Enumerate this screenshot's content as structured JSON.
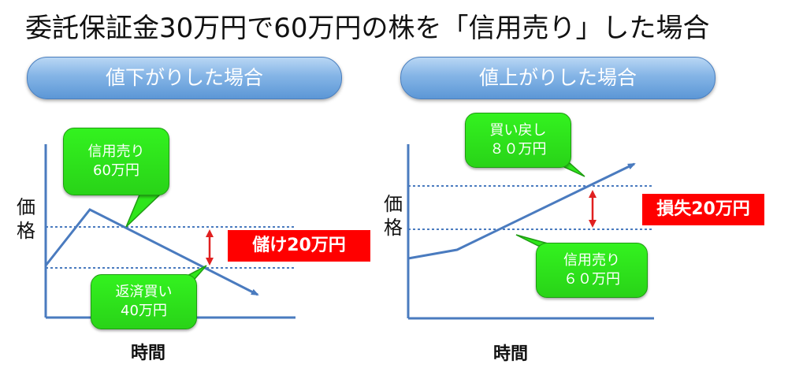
{
  "title": "委託保証金30万円で60万円の株を「信用売り」した場合",
  "colors": {
    "pill": "#7aaee3",
    "callout": "#2fe41c",
    "loss_gain_box": "#ff0000",
    "line": "#4a7bbf",
    "arrow": "#e02020"
  },
  "panels": [
    {
      "heading": "値下がりした場合",
      "y_label": "価格",
      "x_label": "時間",
      "callouts": [
        {
          "line1": "信用売り",
          "line2": "60万円"
        },
        {
          "line1": "返済買い",
          "line2": "40万円"
        }
      ],
      "result": "儲け20万円"
    },
    {
      "heading": "値上がりした場合",
      "y_label": "価格",
      "x_label": "時間",
      "callouts": [
        {
          "line1": "買い戻し",
          "line2": "８０万円"
        },
        {
          "line1": "信用売り",
          "line2": "６０万円"
        }
      ],
      "result": "損失20万円"
    }
  ]
}
